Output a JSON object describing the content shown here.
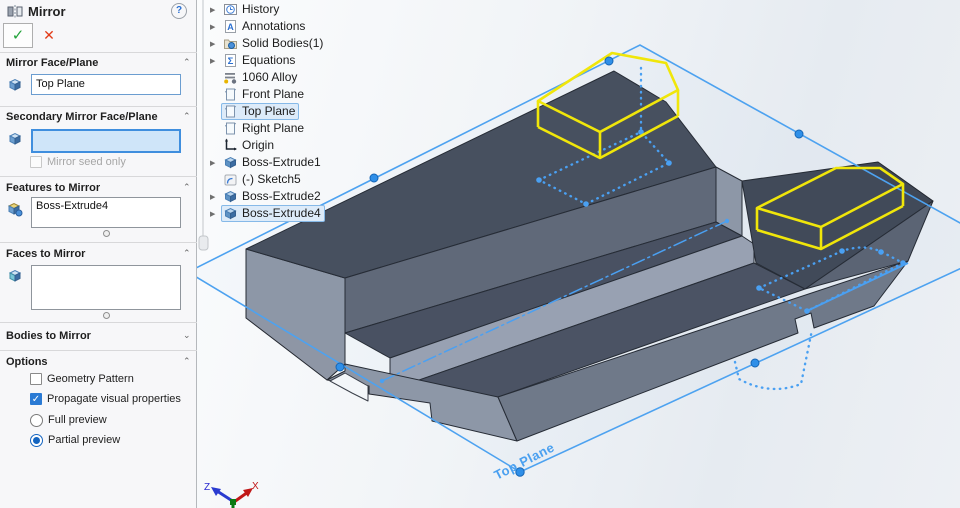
{
  "panel": {
    "title": "Mirror",
    "help_label": "?",
    "confirm_label": "✓",
    "cancel_label": "✕",
    "mirror_face": {
      "header": "Mirror Face/Plane",
      "value": "Top Plane"
    },
    "secondary": {
      "header": "Secondary Mirror Face/Plane",
      "value": "",
      "seed_checkbox": "Mirror seed only"
    },
    "features": {
      "header": "Features to Mirror",
      "items": [
        "Boss-Extrude4"
      ]
    },
    "faces": {
      "header": "Faces to Mirror"
    },
    "bodies": {
      "header": "Bodies to Mirror"
    },
    "options": {
      "header": "Options",
      "geometry_pattern": "Geometry Pattern",
      "propagate": "Propagate visual properties",
      "full_preview": "Full preview",
      "partial_preview": "Partial preview"
    }
  },
  "tree": {
    "items": [
      {
        "label": "History",
        "icon": "history-icon",
        "expand": true,
        "selected": false
      },
      {
        "label": "Annotations",
        "icon": "annotations-icon",
        "expand": true,
        "selected": false
      },
      {
        "label": "Solid Bodies(1)",
        "icon": "solid-bodies-icon",
        "expand": true,
        "selected": false
      },
      {
        "label": "Equations",
        "icon": "equations-icon",
        "expand": true,
        "selected": false
      },
      {
        "label": "1060 Alloy",
        "icon": "material-icon",
        "expand": false,
        "selected": false
      },
      {
        "label": "Front Plane",
        "icon": "plane-icon",
        "expand": false,
        "selected": false
      },
      {
        "label": "Top Plane",
        "icon": "plane-icon",
        "expand": false,
        "selected": true
      },
      {
        "label": "Right Plane",
        "icon": "plane-icon",
        "expand": false,
        "selected": false
      },
      {
        "label": "Origin",
        "icon": "origin-icon",
        "expand": false,
        "selected": false
      },
      {
        "label": "Boss-Extrude1",
        "icon": "boss-icon",
        "expand": true,
        "selected": false
      },
      {
        "label": "(-) Sketch5",
        "icon": "sketch-icon",
        "expand": false,
        "selected": false
      },
      {
        "label": "Boss-Extrude2",
        "icon": "boss-icon",
        "expand": true,
        "selected": false
      },
      {
        "label": "Boss-Extrude4",
        "icon": "boss-icon",
        "expand": true,
        "selected": true
      }
    ]
  },
  "viewport": {
    "plane_label": "Top Plane",
    "triad": {
      "x_label": "X",
      "z_label": "Z"
    }
  },
  "colors": {
    "accent_blue": "#2a7ad4",
    "plane_blue": "#4da2f0",
    "preview_yellow": "#f0e60a",
    "part_top": "#474e5c",
    "part_side": "#8e96a5"
  }
}
